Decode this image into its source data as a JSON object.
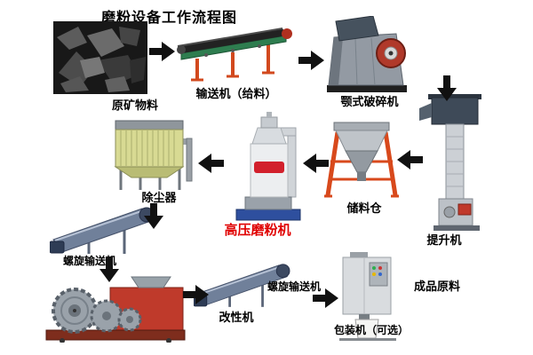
{
  "title": "磨粉设备工作流程图",
  "colors": {
    "mill_label": "#e00000",
    "text": "#000000",
    "arrow": "#111111",
    "conveyor_frame_green": "#2e7d4f",
    "legs_orange": "#d8491c",
    "mill_base_blue": "#2e4f9e",
    "modifier_red": "#bf3a2b",
    "dust_collector_yellow": "#d8da93"
  },
  "flow": {
    "raw_material": {
      "label": "原矿物料"
    },
    "feeder_conveyor": {
      "label": "输送机（给料）"
    },
    "jaw_crusher": {
      "label": "颚式破碎机"
    },
    "bucket_elevator": {
      "label": "提升机"
    },
    "storage_silo": {
      "label": "储料仓"
    },
    "grinding_mill": {
      "label": "高压磨粉机"
    },
    "dust_collector": {
      "label": "除尘器"
    },
    "screw_conveyor_1": {
      "label": "螺旋输送机"
    },
    "modifier": {
      "label": "改性机"
    },
    "screw_conveyor_2": {
      "label": "螺旋输送机"
    },
    "packing_machine": {
      "label": "包装机（可选）"
    },
    "finished_product": {
      "label": "成品原料"
    }
  }
}
